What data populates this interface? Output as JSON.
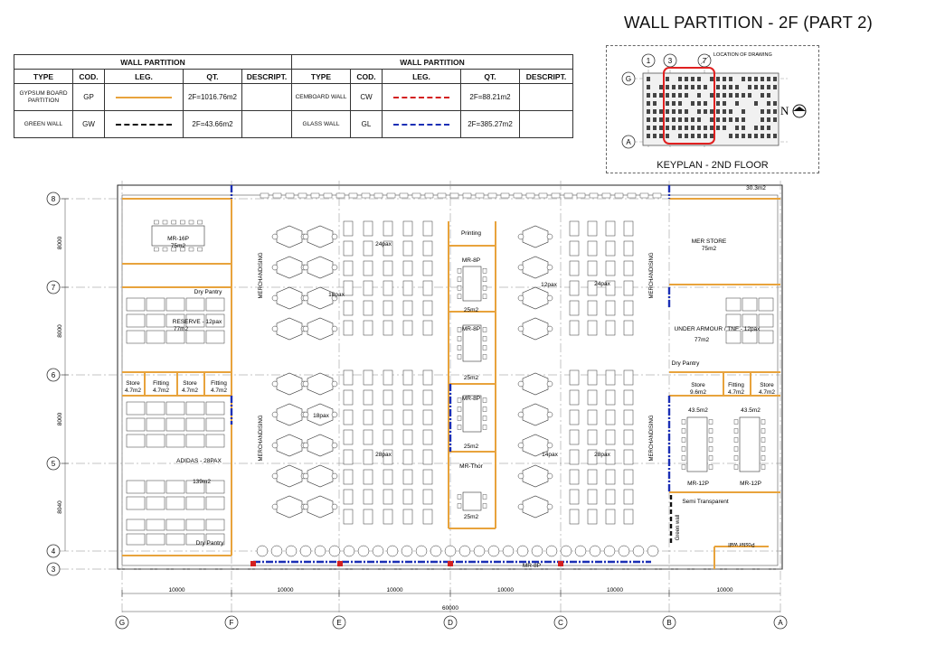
{
  "title": "WALL PARTITION - 2F (PART 2)",
  "legend": {
    "group_title": "WALL PARTITION",
    "headers": [
      "TYPE",
      "COD.",
      "LEG.",
      "QT.",
      "DESCRIPT."
    ],
    "left": [
      {
        "type": "GYPSUM BOARD PARTITION",
        "code": "GP",
        "qty": "2F=1016.76m2",
        "color": "#e8a33c",
        "pattern": "solid"
      },
      {
        "type": "GREEN WALL",
        "code": "GW",
        "qty": "2F=43.66m2",
        "color": "#111111",
        "pattern": "dash"
      }
    ],
    "right": [
      {
        "type": "CEMBOARD WALL",
        "code": "CW",
        "qty": "2F=88.21m2",
        "color": "#d42020",
        "pattern": "dashdot"
      },
      {
        "type": "GLASS WALL",
        "code": "GL",
        "qty": "2F=385.27m2",
        "color": "#1b2fb5",
        "pattern": "dashdot"
      }
    ]
  },
  "keyplan": {
    "caption": "KEYPLAN - 2ND FLOOR",
    "location_label": "LOCATION OF DRAWING",
    "grid_cols": [
      "1",
      "3",
      "7"
    ],
    "grid_rows": [
      "G",
      "A"
    ],
    "north": "N"
  },
  "plan": {
    "grid_rows": [
      "8",
      "7",
      "6",
      "5",
      "4",
      "3"
    ],
    "grid_cols": [
      "G",
      "F",
      "E",
      "D",
      "C",
      "B",
      "A"
    ],
    "vertical_dims": [
      "8000",
      "8000",
      "8000",
      "8040"
    ],
    "horizontal_dims": [
      "10000",
      "10000",
      "10000",
      "10000",
      "10000",
      "10000"
    ],
    "overall_dim": "60000",
    "rooms": {
      "mr16": "MR-16P",
      "mr16_area": "75m2",
      "dry_pantry_top": "Dry Pantry",
      "reserve": "RESERVE - 12pax",
      "reserve_area": "77m2",
      "store1": "Store",
      "store1_area": "4.7m2",
      "fitting1": "Fitting",
      "fitting1_area": "4.7m2",
      "store2": "Store",
      "store2_area": "4.7m2",
      "fitting2": "Fitting",
      "fitting2_area": "4.7m2",
      "adidas": "ADIDAS - 28PAX",
      "adidas_area": "139m2",
      "dry_pantry_bottom": "Dry Pantry",
      "merch1": "MERCHANDISING",
      "merch2": "MERCHANDISING",
      "merch3": "MERCHANDISING",
      "merch4": "MERCHANDISING",
      "pax18a": "18pax",
      "pax24a": "24pax",
      "pax18b": "18pax",
      "pax28a": "28pax",
      "printing": "Printing",
      "mr8a": "MR-8P",
      "mr8a_area": "25m2",
      "mr8b": "MR-8P",
      "mr8b_area": "25m2",
      "mr8c": "MR-8P",
      "mr8c_area": "25m2",
      "mr_thor": "MR-Thor",
      "mr_thor_area": "25m2",
      "pax12": "12pax",
      "pax24b": "24pax",
      "pax14": "14pax",
      "pax28b": "28pax",
      "area_30": "30.3m2",
      "mer_store": "MER STORE",
      "mer_store_area": "75m2",
      "under_armour": "UNDER ARMOUR / TNF - 12pax",
      "under_armour_area": "77m2",
      "dry_pantry_right": "Dry Pantry",
      "store3": "Store",
      "store3_area": "9.6m2",
      "fitting3": "Fitting",
      "fitting3_area": "4.7m2",
      "store4": "Store",
      "store4_area": "4.7m2",
      "mr12a_area": "43.5m2",
      "mr12b_area": "43.5m2",
      "mr12a": "MR-12P",
      "mr12b": "MR-12P",
      "semi": "Semi Transparent",
      "green_wall": "Green wall",
      "poster_wall": "Poster wall",
      "mr8_bottom": "MR-8P"
    }
  }
}
